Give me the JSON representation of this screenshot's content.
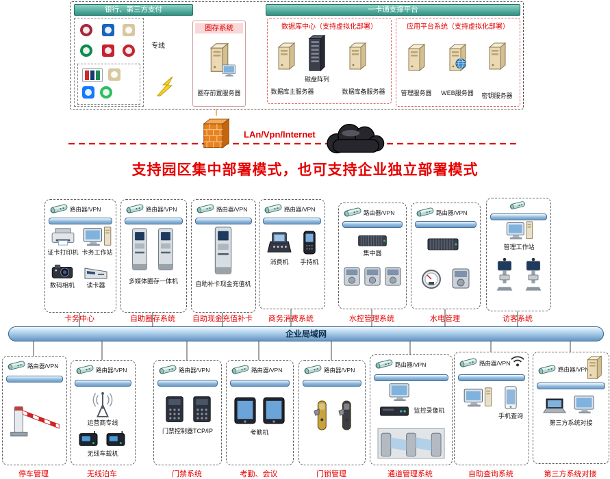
{
  "colors": {
    "accent_red": "#e60000",
    "title_teal": "#2f9183",
    "bar_blue": "#6e9cc4",
    "firewall_orange": "#e8821e",
    "dedicated_line_orange": "#e8a13c"
  },
  "icon_names": [
    "router-vpn",
    "server",
    "disk-array",
    "firewall",
    "internet-cloud",
    "lightning-link",
    "bank-logo",
    "unionpay",
    "alipay",
    "wechat-pay",
    "kiosk",
    "pos-terminal",
    "handheld",
    "card-printer",
    "camera",
    "card-reader",
    "workstation",
    "monitor",
    "barrier-gate",
    "antenna",
    "wifi",
    "car-unit",
    "access-controller",
    "attendance-tablet",
    "door-lock",
    "dvr",
    "turnstile",
    "meter",
    "concentrator",
    "wall-unit",
    "visitor-terminal",
    "laptop",
    "phone"
  ],
  "top": {
    "bank": {
      "title": "银行、第三方支付",
      "line_label": "专线"
    },
    "quancun": {
      "title": "圈存系统",
      "server": "圈存前置服务器"
    },
    "platform": {
      "title": "一卡通支撑平台",
      "db": {
        "title": "数据库中心（支持虚拟化部署）",
        "disk_array": "磁盘阵列",
        "primary": "数据库主服务器",
        "backup": "数据库备服务器"
      },
      "app": {
        "title": "应用平台系统（支持虚拟化部署）",
        "mgmt": "管理服务器",
        "web": "WEB服务器",
        "key": "密钥服务器"
      }
    }
  },
  "middle": {
    "network": "LAn/Vpn/Internet",
    "slogan": "支持园区集中部署模式，也可支持企业独立部署模式"
  },
  "lan": {
    "label": "企业局域网"
  },
  "row1": {
    "card": {
      "title": "卡务中心",
      "router": "路由器/VPN",
      "workstation": "卡务工作站",
      "printer": "证卡打印机",
      "camera": "数码相机",
      "reader": "读卡器"
    },
    "deposit": {
      "title": "自助圈存系统",
      "router": "路由器/VPN",
      "kiosk": "多媒体圈存一体机"
    },
    "cash": {
      "title": "自助现金充值补卡",
      "router": "路由器/VPN",
      "kiosk": "自助补卡现金充值机"
    },
    "consume": {
      "title": "商务消费系统",
      "router": "路由器/VPN",
      "pos": "消费机",
      "handheld": "手持机"
    },
    "water": {
      "title": "水控管理系统",
      "router": "路由器/VPN",
      "concentrator": "集中器"
    },
    "utility": {
      "title": "水电管理",
      "router": "路由器/VPN"
    },
    "visitor": {
      "title": "访客系统",
      "workstation": "管理工作站"
    }
  },
  "row2": {
    "parking": {
      "title": "停车管理",
      "router": "路由器/VPN"
    },
    "wireless": {
      "title": "无线泊车",
      "router": "路由器/VPN",
      "line": "运营商专线",
      "device": "无线车载机"
    },
    "access": {
      "title": "门禁系统",
      "router": "路由器/VPN",
      "controller": "门禁控制器TCP/IP"
    },
    "attendance": {
      "title": "考勤、会议",
      "router": "路由器/VPN",
      "machine": "考勤机"
    },
    "locks": {
      "title": "门锁管理",
      "router": "路由器/VPN"
    },
    "channel": {
      "title": "通道管理系统",
      "router": "路由器/VPN",
      "dvr": "监控录像机"
    },
    "query": {
      "title": "自助查询系统",
      "router": "路由器/VPN",
      "phone": "手机查询"
    },
    "third": {
      "title": "第三方系统对接",
      "router": "路由器/VPN",
      "link_label": "第三方系统对接"
    }
  }
}
